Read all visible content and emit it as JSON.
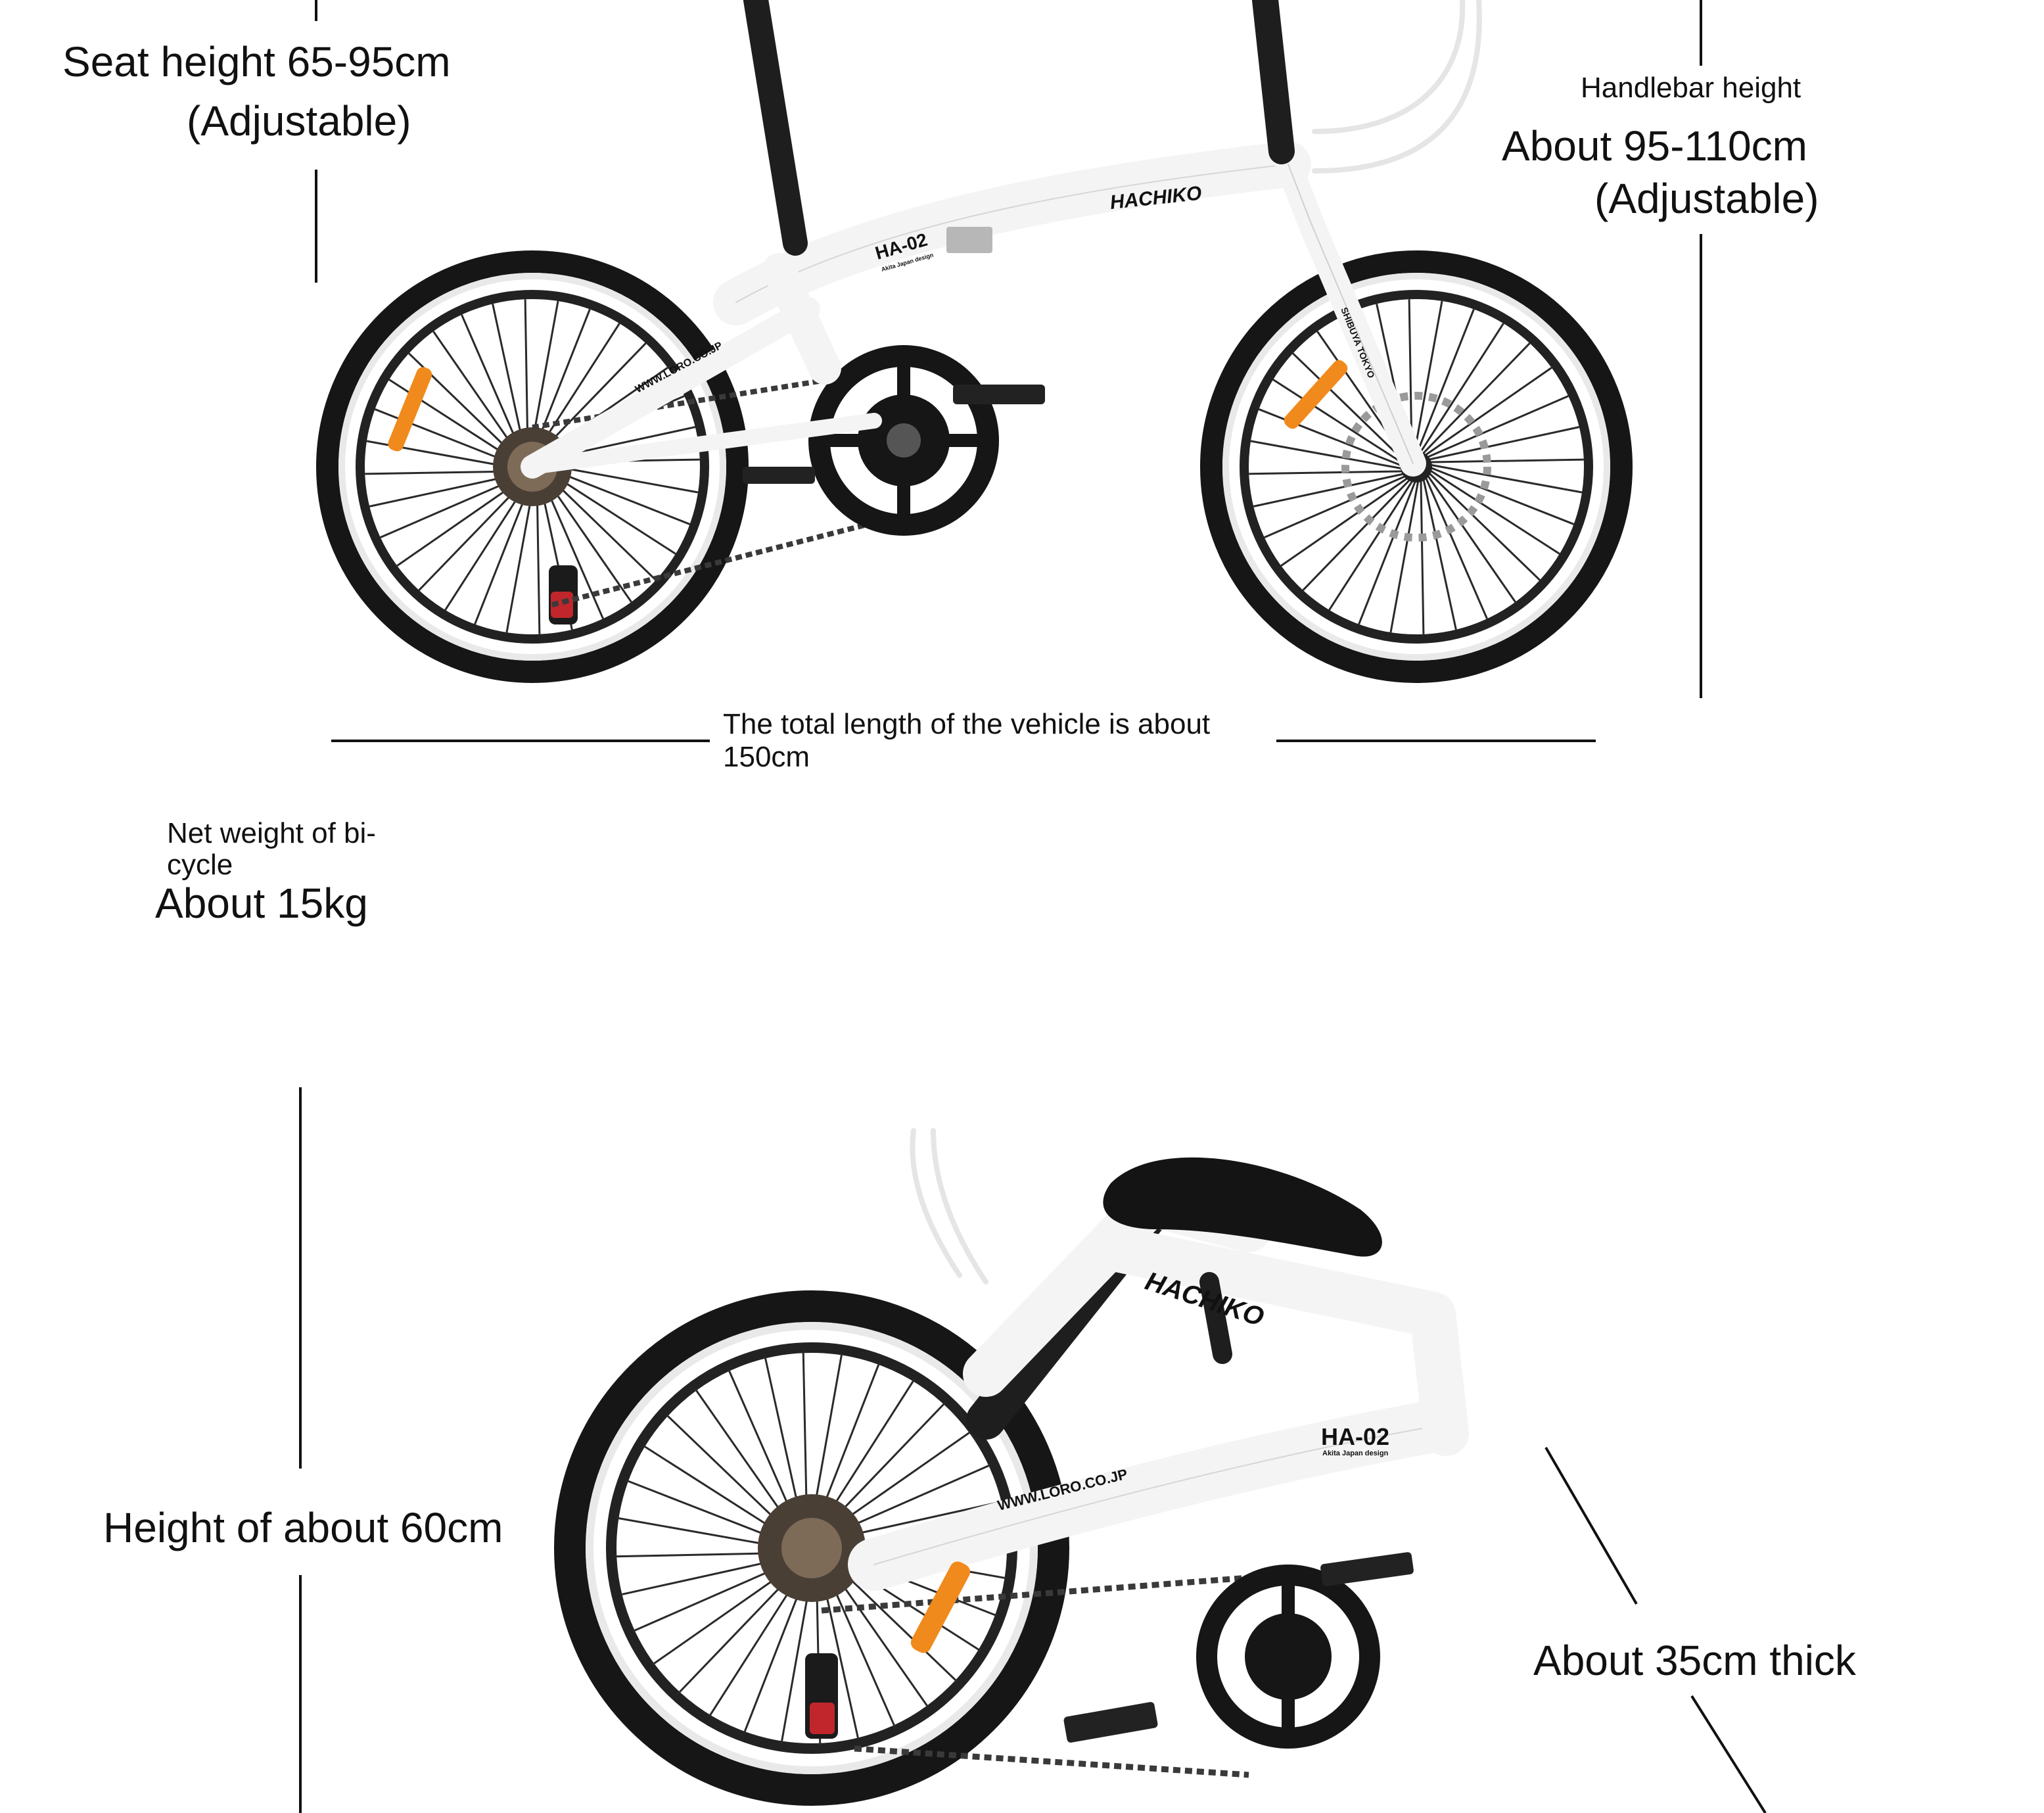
{
  "colors": {
    "frame": "#f4f4f4",
    "tire": "#161616",
    "sidewall": "#e9e9e9",
    "reflector": "#f08a1c",
    "rubber": "#1b1b1b",
    "chrome": "#b7b7b7"
  },
  "labels": {
    "seat_height": "Seat height 65-95cm",
    "seat_adjustable": "(Adjustable)",
    "handlebar_title": "Handlebar height",
    "handlebar_value": "About 95-110cm",
    "handlebar_adjustable": "(Adjustable)",
    "length_line1": "The total length of the vehicle is about",
    "length_line2": "150cm",
    "weight_line1": "Net weight of bi-",
    "weight_line2": "cycle",
    "weight_value": "About 15kg",
    "folded_height": "Height of about 60cm",
    "folded_thickness": "About 35cm thick"
  },
  "bike_markings": {
    "brand": "HACHIKO",
    "model": "HA-02",
    "design_note": "Akita Japan design",
    "website": "WWW.LORO.CO.JP",
    "fork_text": "SHIBUYA TOKYO"
  }
}
